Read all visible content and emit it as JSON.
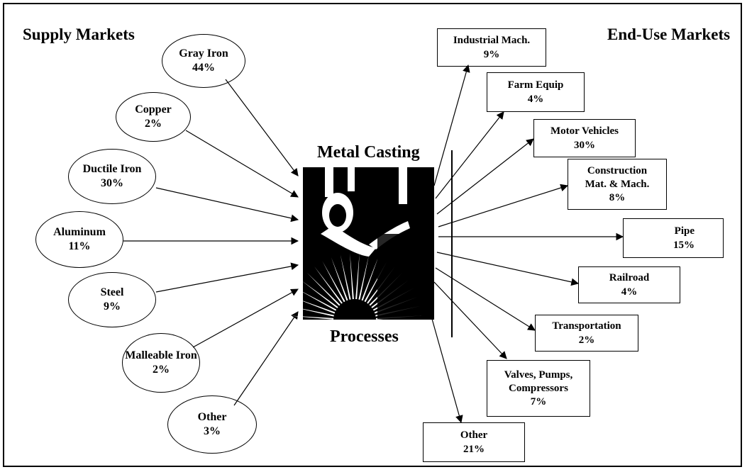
{
  "titles": {
    "supply": "Supply Markets",
    "enduse": "End-Use Markets",
    "center_top": "Metal Casting",
    "center_bottom": "Processes"
  },
  "supply": [
    {
      "name": "Gray Iron",
      "pct": "44%"
    },
    {
      "name": "Copper",
      "pct": "2%"
    },
    {
      "name": "Ductile Iron",
      "pct": "30%"
    },
    {
      "name": "Aluminum",
      "pct": "11%"
    },
    {
      "name": "Steel",
      "pct": "9%"
    },
    {
      "name": "Malleable Iron",
      "pct": "2%"
    },
    {
      "name": "Other",
      "pct": "3%"
    }
  ],
  "enduse": [
    {
      "name": "Industrial Mach.",
      "pct": "9%"
    },
    {
      "name": "Farm Equip",
      "pct": "4%"
    },
    {
      "name": "Motor Vehicles",
      "pct": "30%"
    },
    {
      "name": "Construction Mat. & Mach.",
      "pct": "8%"
    },
    {
      "name": "Pipe",
      "pct": "15%"
    },
    {
      "name": "Railroad",
      "pct": "4%"
    },
    {
      "name": "Transportation",
      "pct": "2%"
    },
    {
      "name": "Valves, Pumps, Compressors",
      "pct": "7%"
    },
    {
      "name": "Other",
      "pct": "21%"
    }
  ]
}
